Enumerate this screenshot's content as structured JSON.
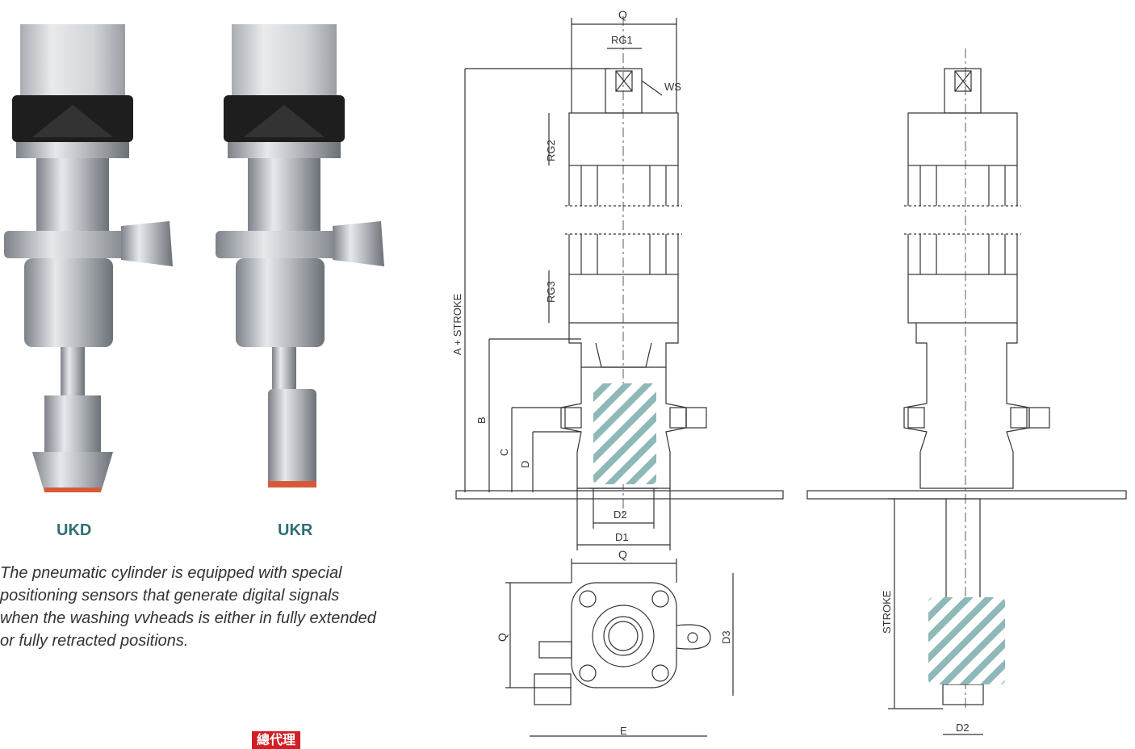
{
  "products": [
    {
      "model": "UKD"
    },
    {
      "model": "UKR"
    }
  ],
  "description": "The pneumatic cylinder is equipped with special positioning sensors that generate digital signals when the washing vvheads is either in fully extended or fully retracted positions.",
  "badge": "總代理",
  "drawing": {
    "labels": {
      "q_top": "Q",
      "rg1": "RG1",
      "ws": "WS",
      "rg2": "RG2",
      "rg3": "RG3",
      "a_stroke": "A + STROKE",
      "b": "B",
      "c": "C",
      "d": "D",
      "d2": "D2",
      "d1": "D1",
      "q_plan_top": "Q",
      "q_plan_left": "Q",
      "d3": "D3",
      "e": "E",
      "stroke": "STROKE",
      "d2_right": "D2"
    }
  },
  "colors": {
    "label": "#2f6f73",
    "hatch": "#8fb8b8",
    "badge": "#d21f26"
  }
}
